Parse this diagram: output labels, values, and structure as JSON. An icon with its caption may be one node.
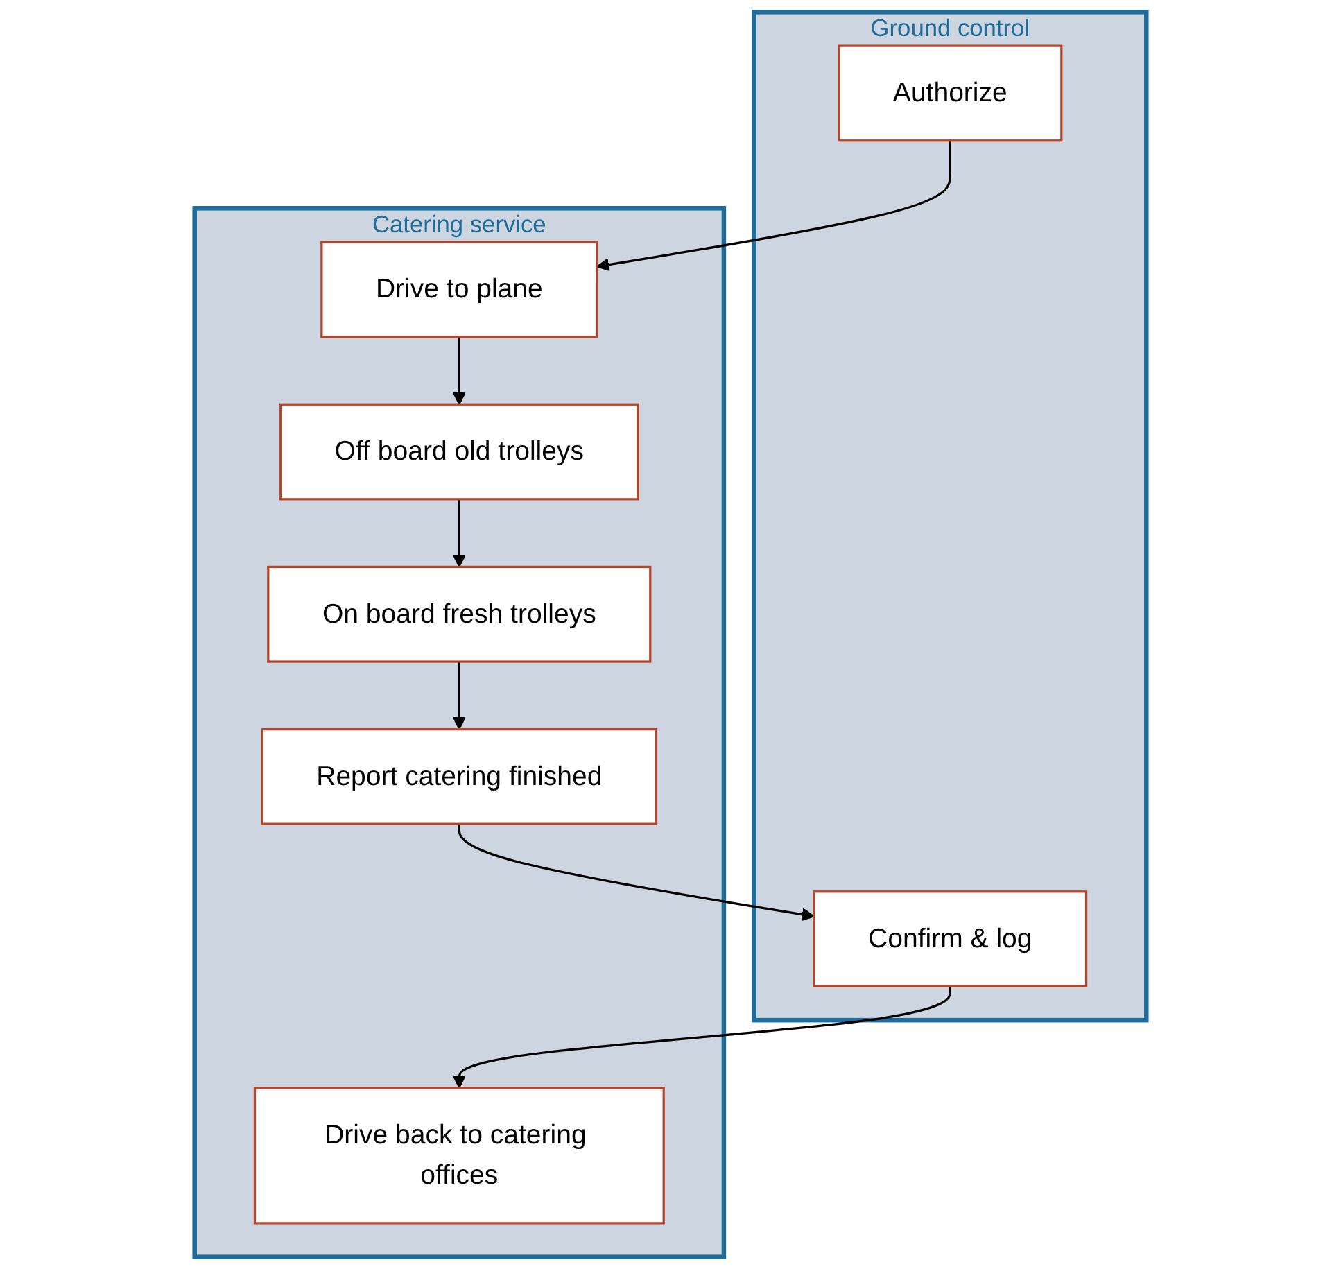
{
  "diagram": {
    "nodes": [
      {
        "text": [
          "Ground control"
        ]
      },
      {
        "text": [
          "Authorize"
        ],
        "in": 0
      },
      {
        "text": [
          "Confirm & log"
        ],
        "in": 0
      },
      {
        "text": [
          "Catering service"
        ]
      },
      {
        "text": [
          "Drive to plane"
        ],
        "in": 3
      },
      {
        "text": [
          "Off board old trolleys"
        ],
        "in": 3
      },
      {
        "text": [
          "On board fresh trolleys"
        ],
        "in": 3
      },
      {
        "text": [
          "Report catering finished"
        ],
        "in": 3
      },
      {
        "text": [
          "Drive back to catering offices"
        ],
        "in": 3
      }
    ],
    "edges": [
      {
        "from": 1,
        "to": 4,
        "arrow": "to"
      },
      {
        "from": 4,
        "to": 5,
        "arrow": "to"
      },
      {
        "from": 5,
        "to": 6,
        "arrow": "to"
      },
      {
        "from": 6,
        "to": 7,
        "arrow": "to"
      },
      {
        "from": 7,
        "to": 2,
        "arrow": "to"
      },
      {
        "from": 2,
        "to": 8,
        "arrow": "to"
      }
    ]
  }
}
